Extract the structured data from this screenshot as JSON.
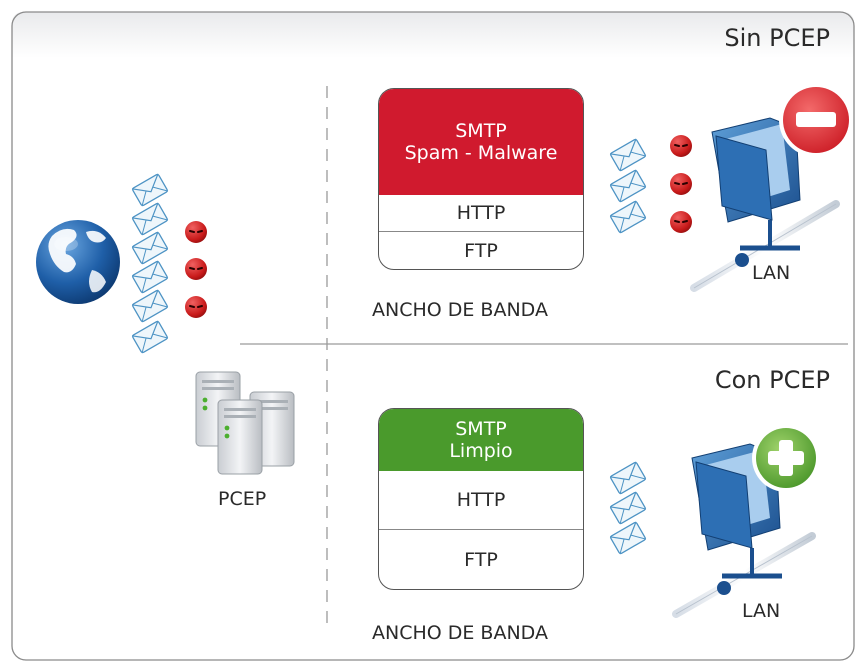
{
  "sections": {
    "top_title": "Sin PCEP",
    "bottom_title": "Con PCEP"
  },
  "server_label": "PCEP",
  "top_box": {
    "head_line1": "SMTP",
    "head_line2": "Spam - Malware",
    "row1": "HTTP",
    "row2": "FTP",
    "bandwidth_label": "ANCHO DE BANDA",
    "head_color": "#d01a2e"
  },
  "bottom_box": {
    "head_line1": "SMTP",
    "head_line2": "Limpio",
    "row1": "HTTP",
    "row2": "FTP",
    "bandwidth_label": "ANCHO DE BANDA",
    "head_color": "#4a9a2c"
  },
  "top_lan_label": "LAN",
  "bottom_lan_label": "LAN",
  "icons": [
    "globe-icon",
    "envelope-icon",
    "malware-icon",
    "server-icon",
    "folder-network-icon",
    "block-badge-icon",
    "allow-badge-icon"
  ]
}
